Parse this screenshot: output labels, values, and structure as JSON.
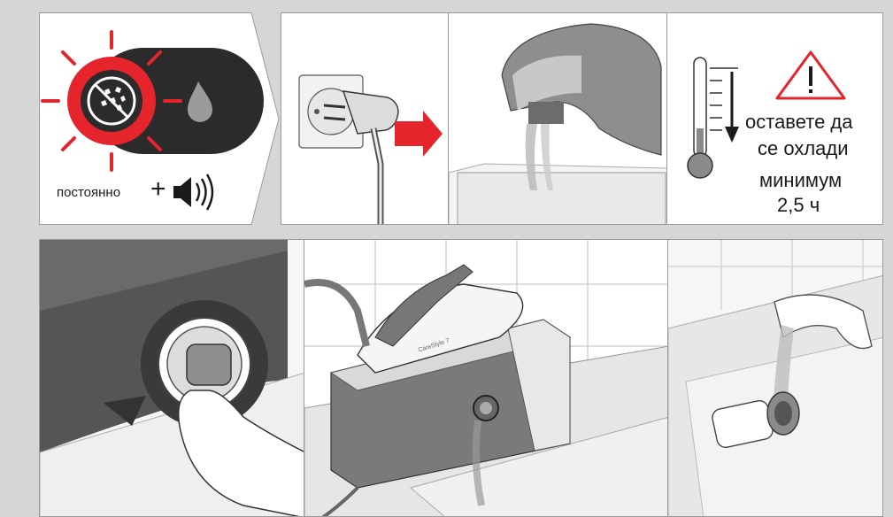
{
  "indicator_panel": {
    "mode_label": "постоянно",
    "plus": "+"
  },
  "cooldown_panel": {
    "line1": "оставете да",
    "line2": "се охлади",
    "line3": "минимум",
    "line4": "2,5 ч"
  },
  "station_panel": {
    "iron_brand": "CareStyle 7"
  },
  "colors": {
    "background": "#d6d6d6",
    "alert_red": "#e5242b",
    "dark_gray": "#2b2b2b",
    "panel_white": "#ffffff"
  }
}
